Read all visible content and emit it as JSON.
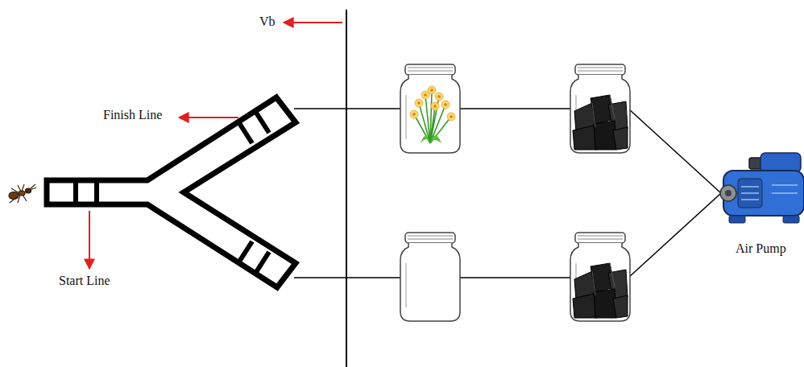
{
  "diagram": {
    "labels": [
      "Vb",
      "Finish Line",
      "Start Line",
      "Air Pump"
    ]
  }
}
